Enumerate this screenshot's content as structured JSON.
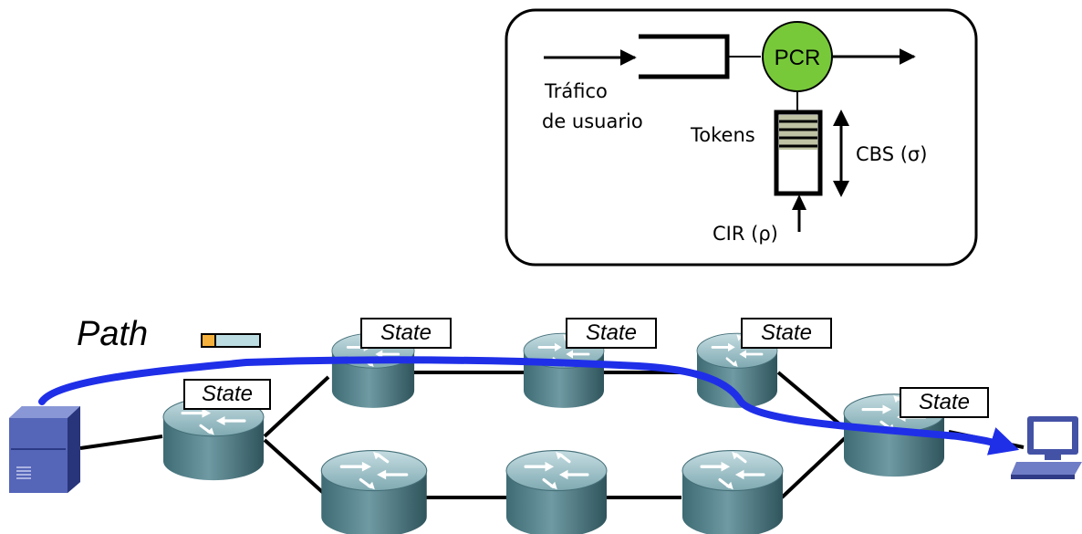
{
  "token_bucket": {
    "pcr_label": "PCR",
    "traffic_label_line1": "Tráfico",
    "traffic_label_line2": "de usuario",
    "tokens_label": "Tokens",
    "cbs_label": "CBS (σ)",
    "cir_label": "CIR (ρ)"
  },
  "network": {
    "path_label": "Path",
    "state_label": "State",
    "path_color": "#1f2fe8",
    "pcr_color": "#78c93a",
    "router_color": "#5b8f98"
  }
}
